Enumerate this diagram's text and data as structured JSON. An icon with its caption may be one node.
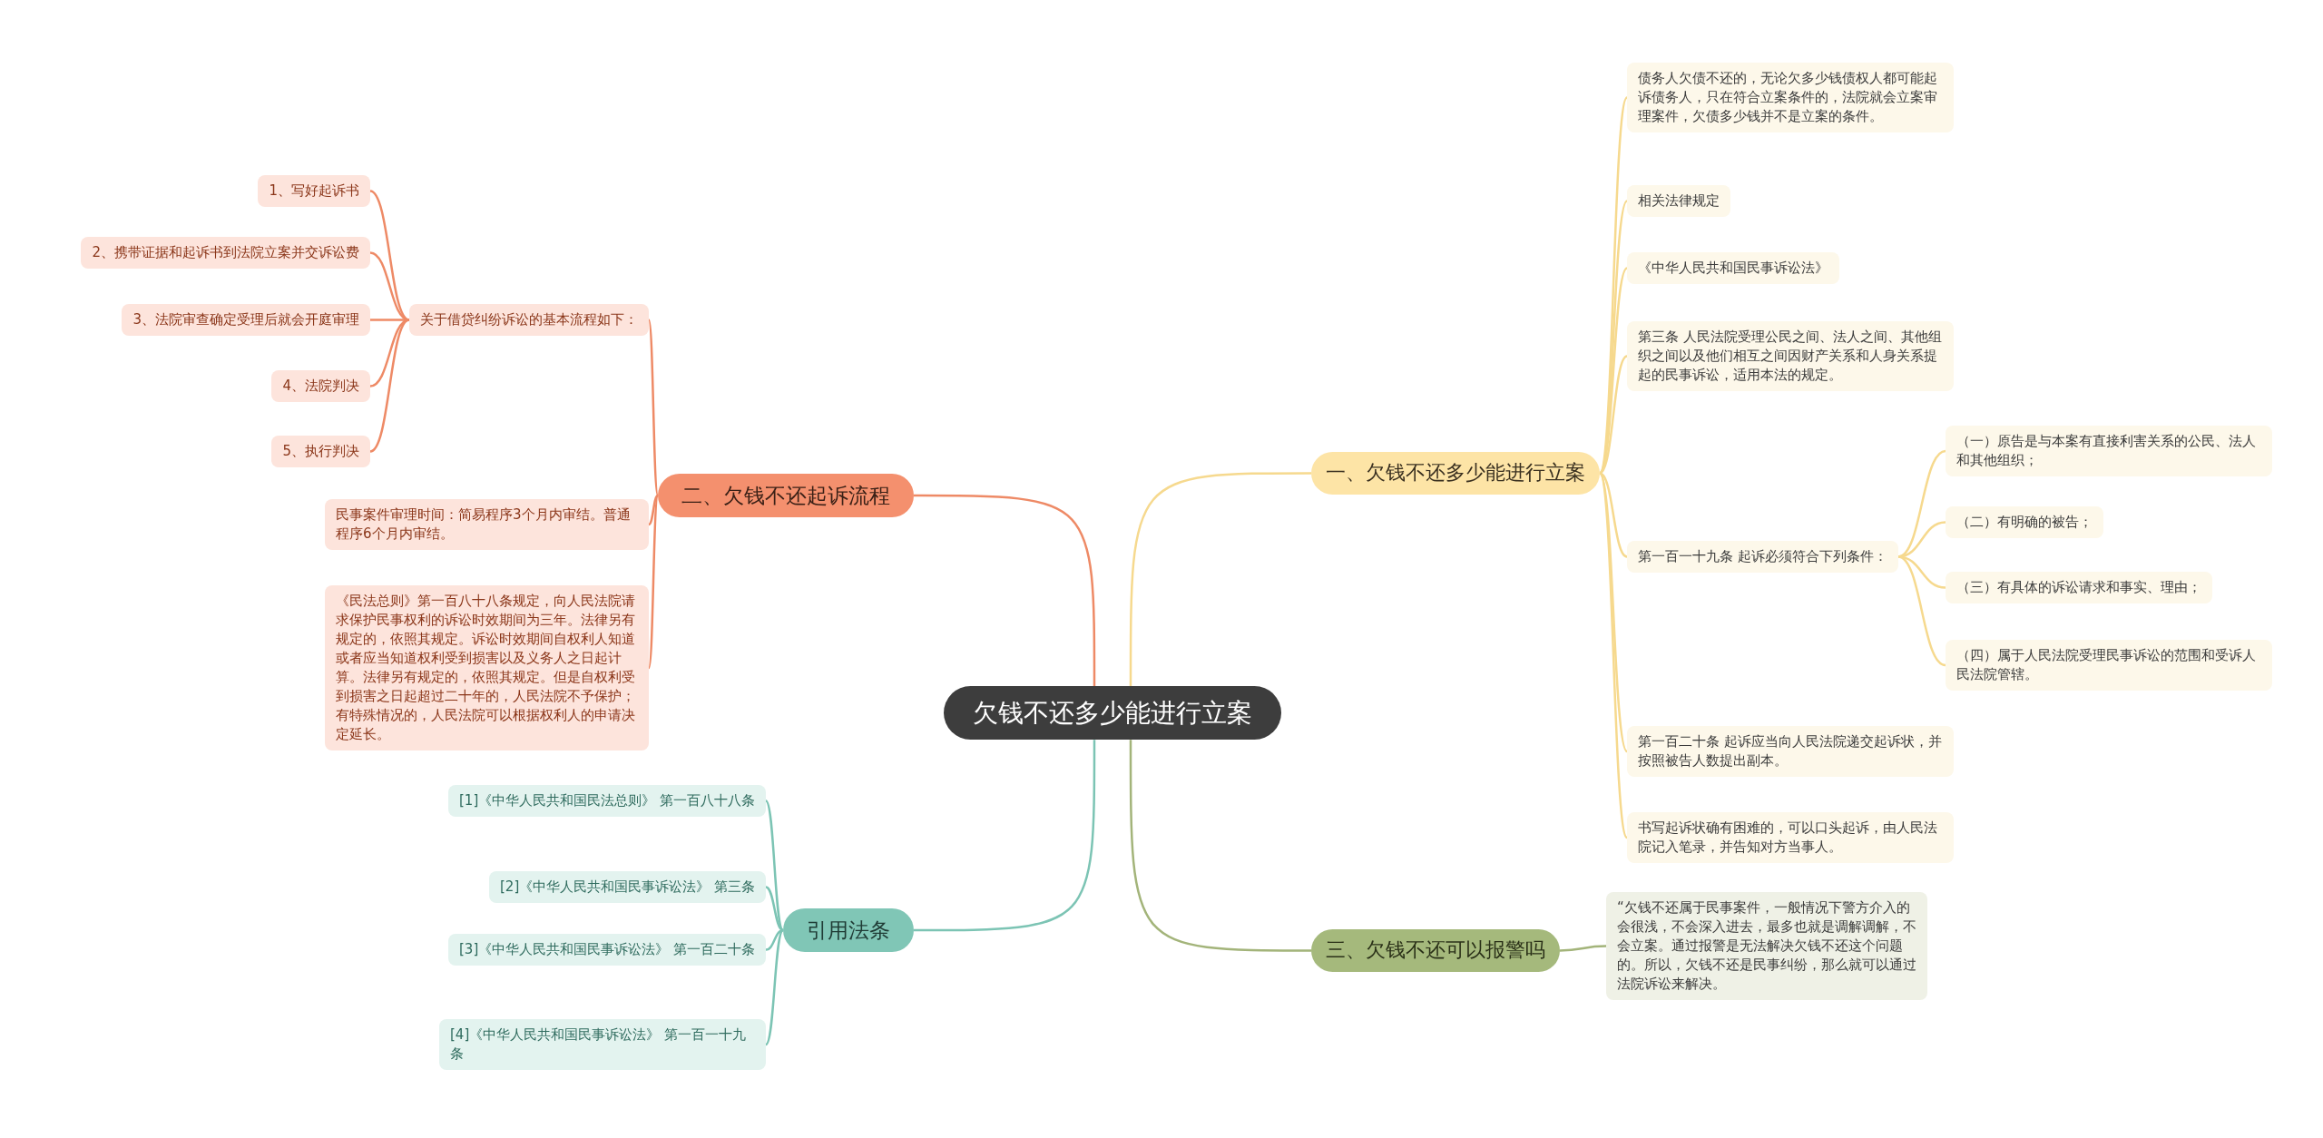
{
  "diagram": {
    "nodes": [
      {
        "text": [
          "欠钱不还多少能进行立案"
        ]
      },
      {
        "text": [
          "二、欠钱不还起诉流程"
        ]
      },
      {
        "text": [
          "关于借贷纠纷诉讼的基本流程如下："
        ]
      },
      {
        "text": [
          "1、写好起诉书"
        ]
      },
      {
        "text": [
          "2、携带证据和起诉书到法院立案并交诉讼费"
        ]
      },
      {
        "text": [
          "3、法院审查确定受理后就会开庭审理"
        ]
      },
      {
        "text": [
          "4、法院判决"
        ]
      },
      {
        "text": [
          "5、执行判决"
        ]
      },
      {
        "text": [
          "民事案件审理时间：简易程序3个月内审结。普通程序6个月内审结。"
        ]
      },
      {
        "text": [
          "《民法总则》第一百八十八条规定，向人民法院请求保护民事权利的诉讼时效期间为三年。法律另有规定的，依照其规定。诉讼时效期间自权利人知道或者应当知道权利受到损害以及义务人之日起计算。法律另有规定的，依照其规定。但是自权利受到损害之日起超过二十年的，人民法院不予保护；有特殊情况的，人民法院可以根据权利人的申请决定延长。"
        ]
      },
      {
        "text": [
          "引用法条"
        ]
      },
      {
        "text": [
          "[1]《中华人民共和国民法总则》 第一百八十八条"
        ]
      },
      {
        "text": [
          "[2]《中华人民共和国民事诉讼法》 第三条"
        ]
      },
      {
        "text": [
          "[3]《中华人民共和国民事诉讼法》 第一百二十条"
        ]
      },
      {
        "text": [
          "[4]《中华人民共和国民事诉讼法》 第一百一十九条"
        ]
      },
      {
        "text": [
          "一、欠钱不还多少能进行立案"
        ]
      },
      {
        "text": [
          "债务人欠债不还的，无论欠多少钱债权人都可能起诉债务人，只在符合立案条件的，法院就会立案审理案件，欠债多少钱并不是立案的条件。"
        ]
      },
      {
        "text": [
          "相关法律规定"
        ]
      },
      {
        "text": [
          "《中华人民共和国民事诉讼法》"
        ]
      },
      {
        "text": [
          "第三条 人民法院受理公民之间、法人之间、其他组织之间以及他们相互之间因财产关系和人身关系提起的民事诉讼，适用本法的规定。"
        ]
      },
      {
        "text": [
          "第一百一十九条 起诉必须符合下列条件："
        ]
      },
      {
        "text": [
          "（一）原告是与本案有直接利害关系的公民、法人和其他组织；"
        ]
      },
      {
        "text": [
          "（二）有明确的被告；"
        ]
      },
      {
        "text": [
          "（三）有具体的诉讼请求和事实、理由；"
        ]
      },
      {
        "text": [
          "（四）属于人民法院受理民事诉讼的范围和受诉人民法院管辖。"
        ]
      },
      {
        "text": [
          "第一百二十条 起诉应当向人民法院递交起诉状，并按照被告人数提出副本。"
        ]
      },
      {
        "text": [
          "书写起诉状确有困难的，可以口头起诉，由人民法院记入笔录，并告知对方当事人。"
        ]
      },
      {
        "text": [
          "三、欠钱不还可以报警吗"
        ]
      },
      {
        "text": [
          "“欠钱不还属于民事案件，一般情况下警方介入的会很浅，不会深入进去，最多也就是调解调解，不会立案。通过报警是无法解决欠钱不还这个问题的。所以，欠钱不还是民事纠纷，那么就可以通过法院诉讼来解决。"
        ]
      }
    ],
    "edges": [
      {
        "from": 0,
        "to": 1,
        "arrow": "none",
        "color": "#ee8a66"
      },
      {
        "from": 1,
        "to": 2,
        "arrow": "none",
        "color": "#ee8a66"
      },
      {
        "from": 2,
        "to": 3,
        "arrow": "none",
        "color": "#ee8a66"
      },
      {
        "from": 2,
        "to": 4,
        "arrow": "none",
        "color": "#ee8a66"
      },
      {
        "from": 2,
        "to": 5,
        "arrow": "none",
        "color": "#ee8a66"
      },
      {
        "from": 2,
        "to": 6,
        "arrow": "none",
        "color": "#ee8a66"
      },
      {
        "from": 2,
        "to": 7,
        "arrow": "none",
        "color": "#ee8a66"
      },
      {
        "from": 1,
        "to": 8,
        "arrow": "none",
        "color": "#ee8a66"
      },
      {
        "from": 1,
        "to": 9,
        "arrow": "none",
        "color": "#ee8a66"
      },
      {
        "from": 0,
        "to": 10,
        "arrow": "none",
        "color": "#7cc4b4"
      },
      {
        "from": 10,
        "to": 11,
        "arrow": "none",
        "color": "#7cc4b4"
      },
      {
        "from": 10,
        "to": 12,
        "arrow": "none",
        "color": "#7cc4b4"
      },
      {
        "from": 10,
        "to": 13,
        "arrow": "none",
        "color": "#7cc4b4"
      },
      {
        "from": 10,
        "to": 14,
        "arrow": "none",
        "color": "#7cc4b4"
      },
      {
        "from": 0,
        "to": 15,
        "arrow": "none"
      },
      {
        "from": 15,
        "to": 16,
        "arrow": "none"
      },
      {
        "from": 15,
        "to": 17,
        "arrow": "none"
      },
      {
        "from": 15,
        "to": 18,
        "arrow": "none"
      },
      {
        "from": 15,
        "to": 19,
        "arrow": "none"
      },
      {
        "from": 15,
        "to": 20,
        "arrow": "none"
      },
      {
        "from": 20,
        "to": 21,
        "arrow": "none"
      },
      {
        "from": 20,
        "to": 22,
        "arrow": "none"
      },
      {
        "from": 20,
        "to": 23,
        "arrow": "none"
      },
      {
        "from": 20,
        "to": 24,
        "arrow": "none"
      },
      {
        "from": 15,
        "to": 25,
        "arrow": "none"
      },
      {
        "from": 15,
        "to": 26,
        "arrow": "none"
      },
      {
        "from": 0,
        "to": 27,
        "arrow": "none",
        "color": "#a3b47a"
      },
      {
        "from": 27,
        "to": 28,
        "arrow": "none",
        "color": "#a3b47a"
      }
    ]
  }
}
